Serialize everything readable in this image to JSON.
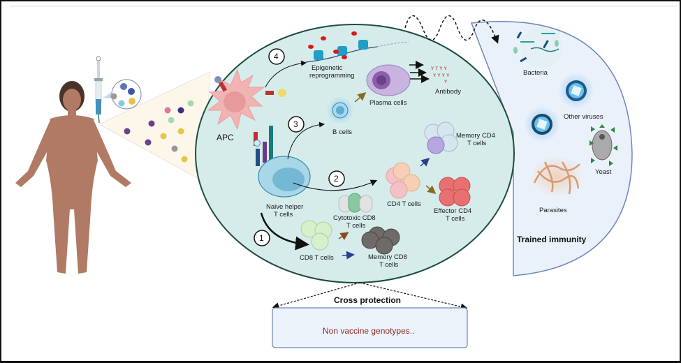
{
  "figure": {
    "title": "Vaccine-induced immune responses: cross protection and trained immunity",
    "colors": {
      "cell_circle_fill": "#d6ecea",
      "cell_circle_stroke": "#1d4d3c",
      "trained_panel_fill": "#eaf1fb",
      "trained_panel_stroke": "#6e86b8",
      "cross_box_fill": "#edf3fb",
      "cross_box_stroke": "#6e86b8",
      "cross_text": "#8b2a24",
      "cone_fill": "#fdf7ea",
      "skin": "#b07a64"
    }
  },
  "left": {
    "person": "human-figure",
    "syringe": "vaccine-syringe",
    "antigens_label": ""
  },
  "central": {
    "apc_label": "APC",
    "naive_label_line1": "Naive helper",
    "naive_label_line2": "T cells",
    "steps": [
      "1",
      "2",
      "3",
      "4"
    ],
    "epigenetic_line1": "Epigenetic",
    "epigenetic_line2": "reprogramming",
    "plasma_label": "Plasma cells",
    "antibody_label": "Antibody",
    "b_cells_label": "B cells",
    "memory_cd4_line1": "Memory CD4",
    "memory_cd4_line2": "T cells",
    "cd4_label": "CD4 T cells",
    "effector_cd4_line1": "Effector  CD4",
    "effector_cd4_line2": "T cells",
    "cytotoxic_line1": "Cytotoxic CD8",
    "cytotoxic_line2": "T cells",
    "cd8_label": "CD8 T cells",
    "memory_cd8_line1": "Memory CD8",
    "memory_cd8_line2": "T cells"
  },
  "trained": {
    "title": "Trained immunity",
    "items": [
      "Bacteria",
      "Other viruses",
      "Yeast",
      "Parasites"
    ]
  },
  "cross": {
    "title": "Cross protection",
    "box_text": "Non vaccine genotypes.."
  }
}
